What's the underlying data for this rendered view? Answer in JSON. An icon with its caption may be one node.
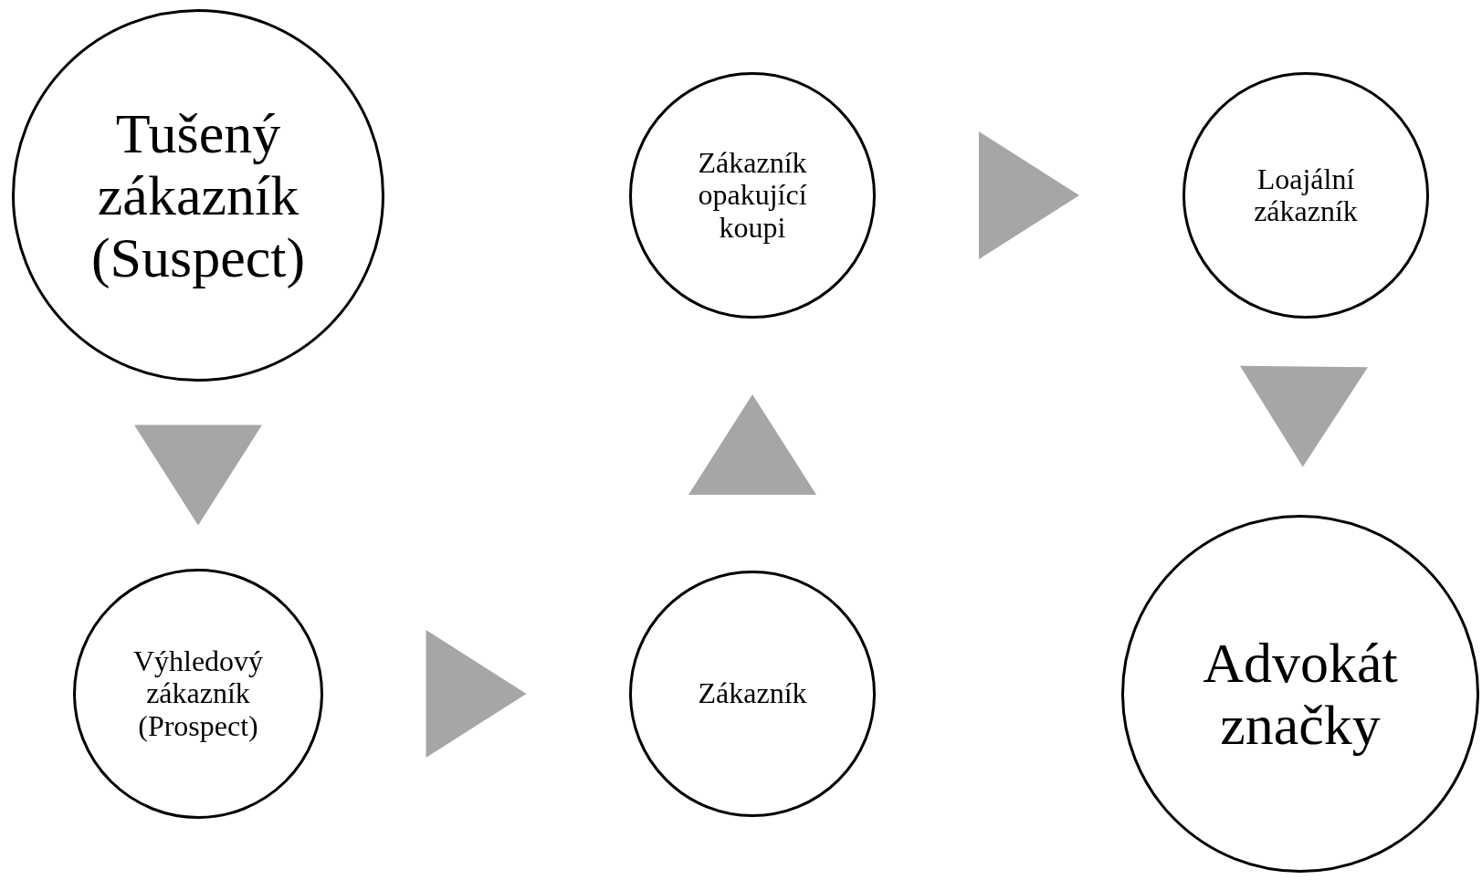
{
  "diagram": {
    "nodes": [
      {
        "text": [
          "Tušený zákazník (Suspect)"
        ]
      },
      {
        "text": [
          "Výhledový zákazník (Prospect)"
        ]
      },
      {
        "text": [
          "Zákazník"
        ]
      },
      {
        "text": [
          "Zákazník opakující koupi"
        ]
      },
      {
        "text": [
          "Loajální zákazník"
        ]
      },
      {
        "text": [
          "Advokát značky"
        ]
      }
    ],
    "edges": [
      {
        "from": 0,
        "to": 1,
        "arrow": "to"
      },
      {
        "from": 1,
        "to": 2,
        "arrow": "to"
      },
      {
        "from": 2,
        "to": 3,
        "arrow": "to"
      },
      {
        "from": 3,
        "to": 4,
        "arrow": "to"
      },
      {
        "from": 4,
        "to": 5,
        "arrow": "to"
      }
    ]
  }
}
